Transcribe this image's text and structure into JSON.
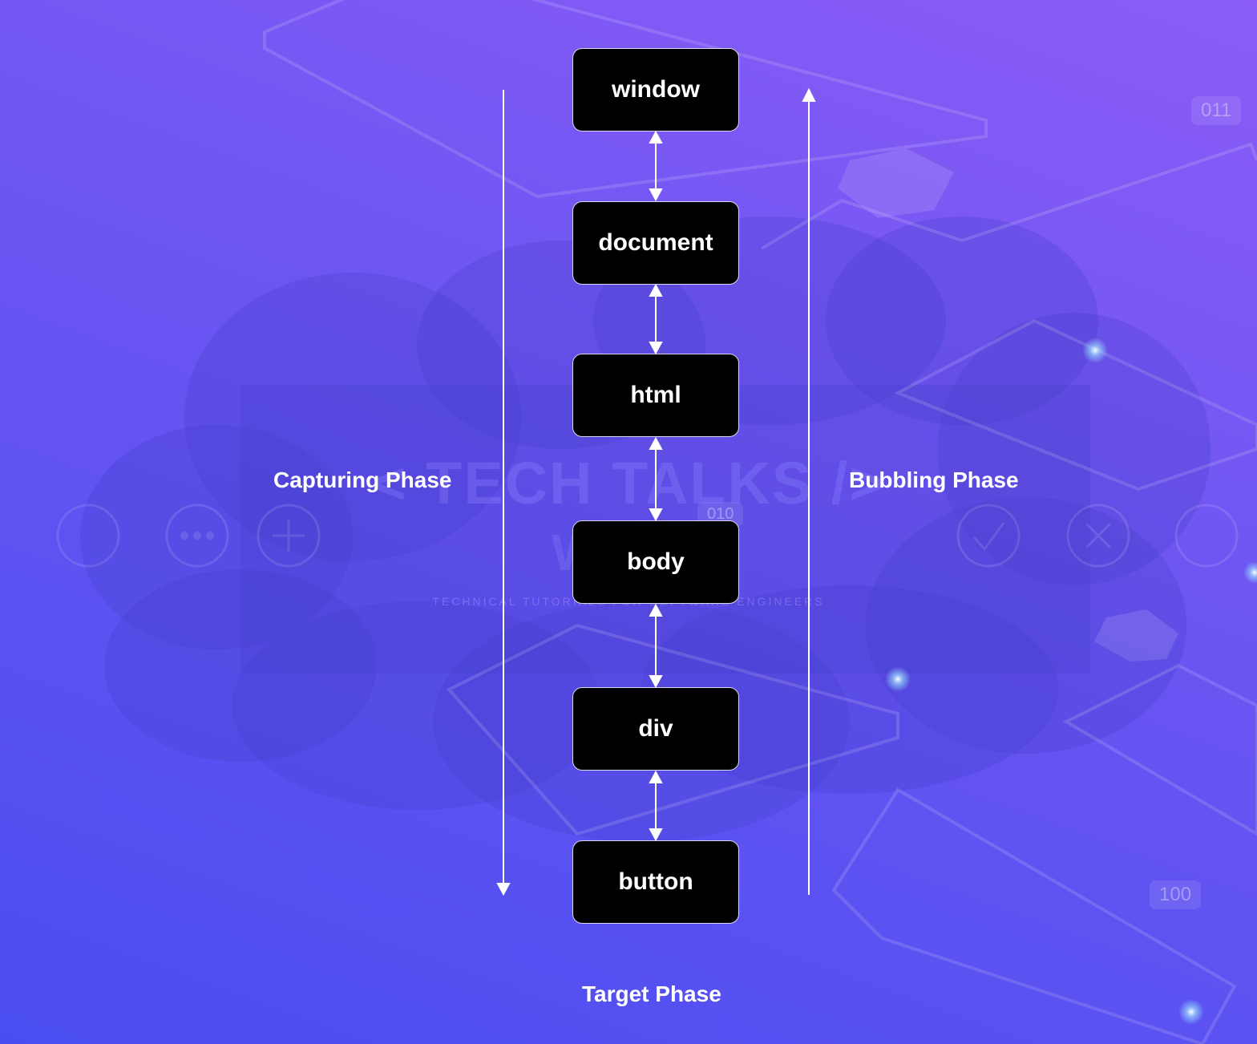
{
  "nodes": [
    "window",
    "document",
    "html",
    "body",
    "div",
    "button"
  ],
  "phases": {
    "capturing": "Capturing Phase",
    "bubbling": "Bubbling Phase",
    "target": "Target Phase"
  },
  "watermark": {
    "title": "< TECH TALKS />",
    "subtitle": "WEEK",
    "tagline": "TECHNICAL TUTORIALS FOR SOFTWARE ENGINEERS"
  },
  "badges": [
    "011",
    "100",
    "010"
  ],
  "colors": {
    "node_fill": "#000000",
    "node_border": "#d8d8ee",
    "text": "#ffffff",
    "background_top": "#8b5cf6",
    "background_bottom": "#4a4ef0"
  }
}
